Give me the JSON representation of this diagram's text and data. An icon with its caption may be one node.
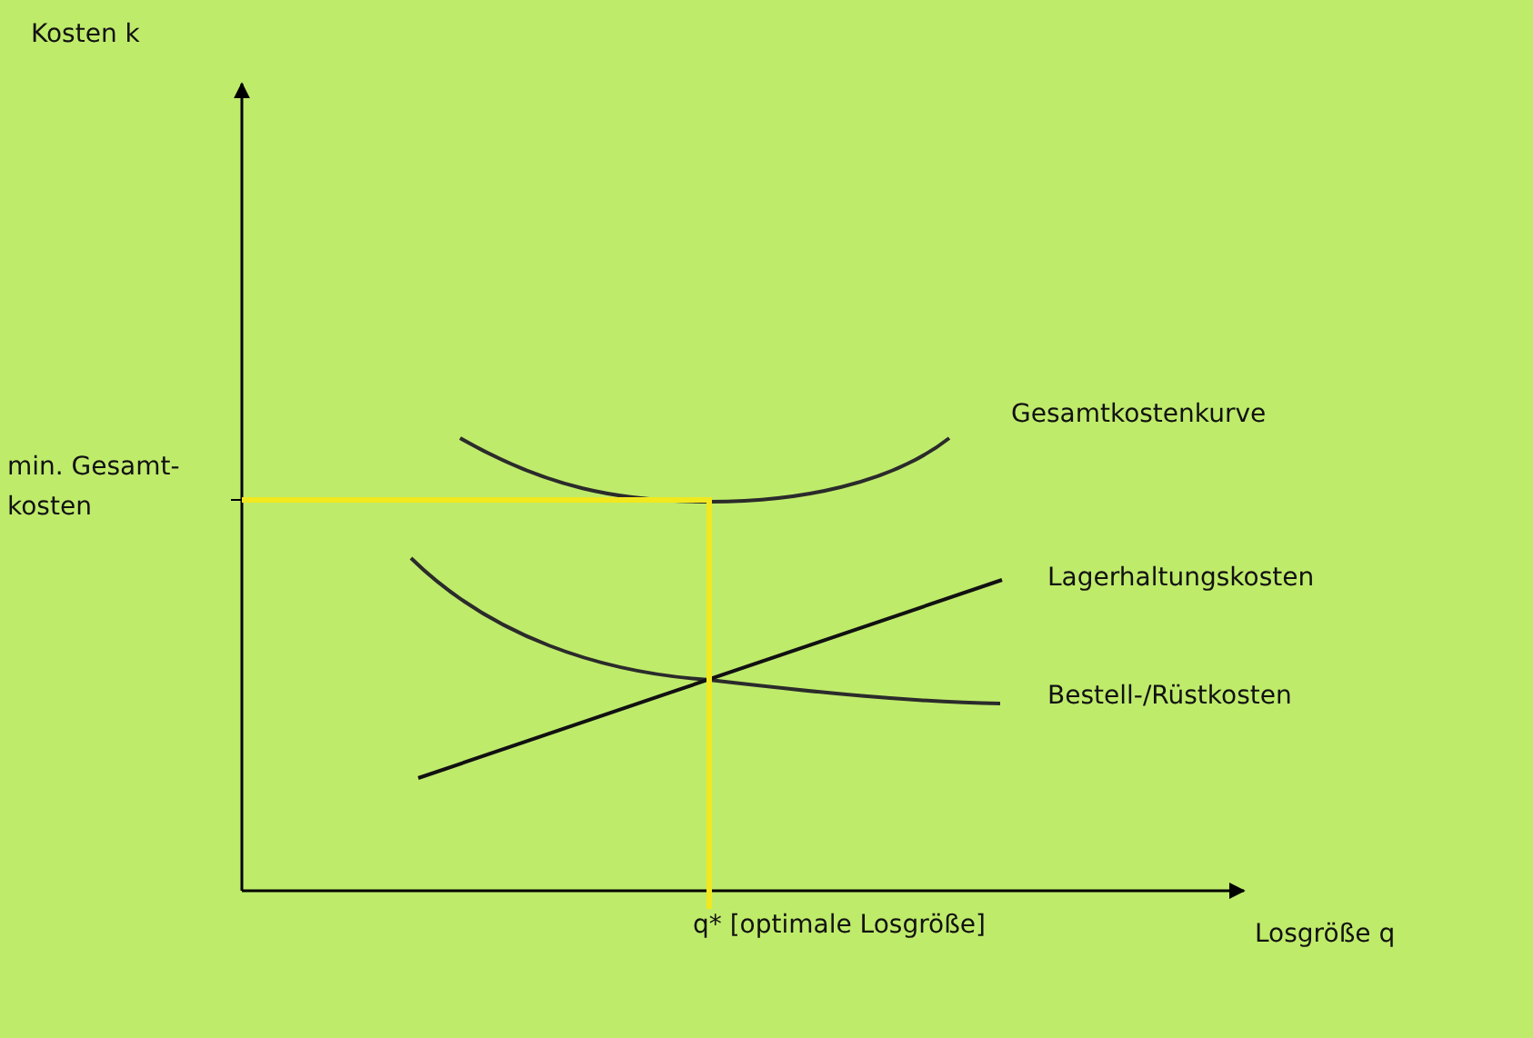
{
  "diagram": {
    "labels": [
      "Kosten k",
      "min. Gesamt- kosten",
      "Gesamtkostenkurve",
      "Lagerhaltungskosten",
      "Bestell-/Rüstkosten",
      "q* [optimale Losgröße]",
      "Losgröße q"
    ]
  }
}
